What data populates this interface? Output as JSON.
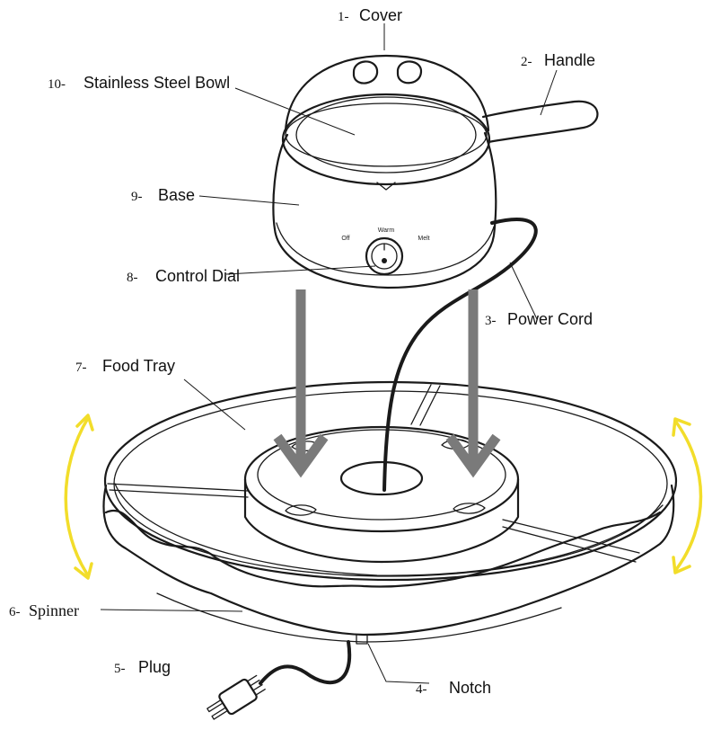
{
  "labels": [
    {
      "num": "1-",
      "text": "Cover"
    },
    {
      "num": "2-",
      "text": "Handle"
    },
    {
      "num": "3-",
      "text": "Power Cord"
    },
    {
      "num": "4-",
      "text": "Notch"
    },
    {
      "num": "5-",
      "text": "Plug"
    },
    {
      "num": "6-",
      "text": "Spinner"
    },
    {
      "num": "7-",
      "text": "Food Tray"
    },
    {
      "num": "8-",
      "text": "Control Dial"
    },
    {
      "num": "9-",
      "text": "Base"
    },
    {
      "num": "10-",
      "text": "Stainless Steel Bowl"
    }
  ],
  "dial": {
    "off": "Off",
    "warm": "Warm",
    "melt": "Melt"
  },
  "colors": {
    "arrow_down": "#7a7a7a",
    "arrow_rotate": "#f2dd2a",
    "ink": "#1a1a1a"
  }
}
